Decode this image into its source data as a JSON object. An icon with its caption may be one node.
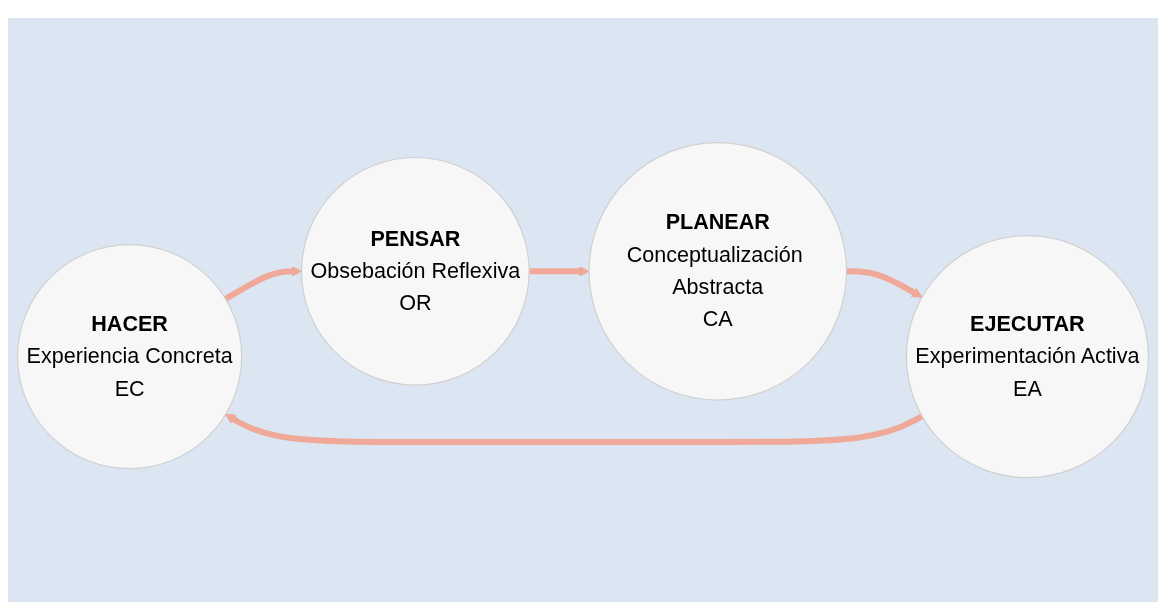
{
  "diagram": {
    "nodes": [
      {
        "text": [
          "HACER",
          "Experiencia Concreta",
          "EC"
        ]
      },
      {
        "text": [
          "PENSAR",
          "Obsebación Reflexiva",
          "OR"
        ]
      },
      {
        "text": [
          "PLANEAR",
          "Conceptualización Abstracta",
          "CA"
        ]
      },
      {
        "text": [
          "EJECUTAR",
          "Experimentación Activa",
          "EA"
        ]
      }
    ],
    "edges": [
      {
        "from": 0,
        "to": 1,
        "arrow": "to"
      },
      {
        "from": 1,
        "to": 2,
        "arrow": "to"
      },
      {
        "from": 2,
        "to": 3,
        "arrow": "to"
      },
      {
        "from": 3,
        "to": 0,
        "arrow": "to"
      }
    ]
  }
}
